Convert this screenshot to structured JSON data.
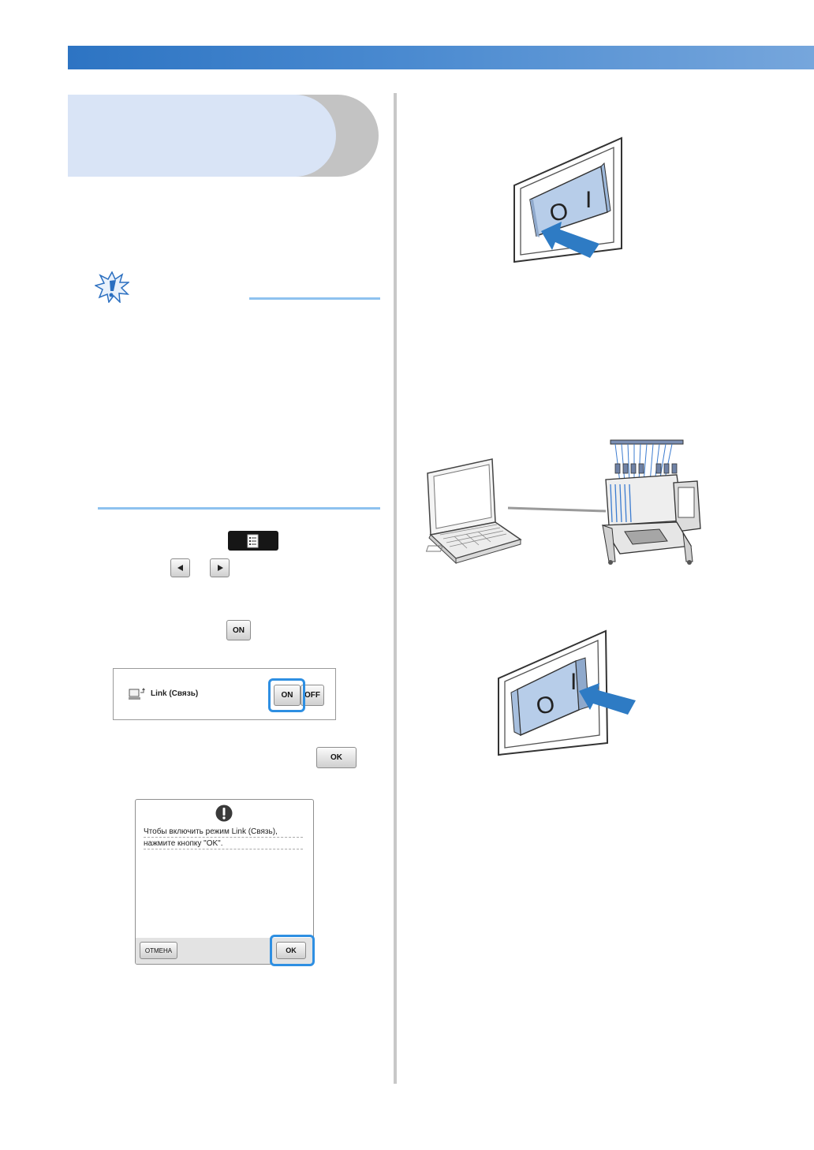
{
  "buttons": {
    "on_label": "ON",
    "off_label": "OFF",
    "ok_label": "OK",
    "cancel_label": "ОТМЕНА"
  },
  "link_setting": {
    "label": "Link (Связь)",
    "on_label": "ON",
    "off_label": "OFF"
  },
  "dialog": {
    "message_line1": "Чтобы включить режим Link (Связь),",
    "message_line2": "нажмите кнопку \"OK\".",
    "cancel_label": "ОТМЕНА",
    "ok_label": "OK"
  },
  "switch_glyphs": {
    "off": "O",
    "on": "I"
  },
  "colors": {
    "top_bar_start": "#2d74c3",
    "top_bar_end": "#76a6dc",
    "highlight": "#2e8fe2",
    "note_rule": "#8ec2ef",
    "arrow": "#2e7bc4"
  }
}
